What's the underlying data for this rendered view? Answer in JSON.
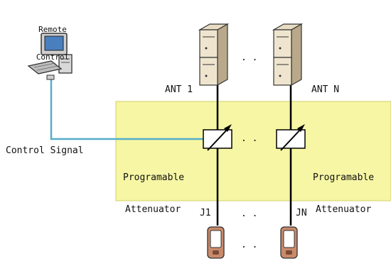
{
  "remote_control": {
    "label_line1": "Remote",
    "label_line2": "Control"
  },
  "control_signal_label": "Control Signal",
  "antennas": {
    "first_label": "ANT 1",
    "last_label": "ANT N",
    "ellipsis": ". ."
  },
  "attenuators": {
    "left_label_line1": "Programable",
    "left_label_line2": "Attenuator",
    "right_label_line1": "Programable",
    "right_label_line2": "Attenuator",
    "ellipsis": ". ."
  },
  "ports": {
    "first_label": "J1",
    "last_label": "JN",
    "ellipsis": ". ."
  },
  "devices": {
    "ellipsis": ". ."
  },
  "colors": {
    "panel_fill": "#f6f6a4",
    "panel_border": "#d0d06a",
    "control_line": "#54aec8",
    "signal_line": "#000000"
  }
}
